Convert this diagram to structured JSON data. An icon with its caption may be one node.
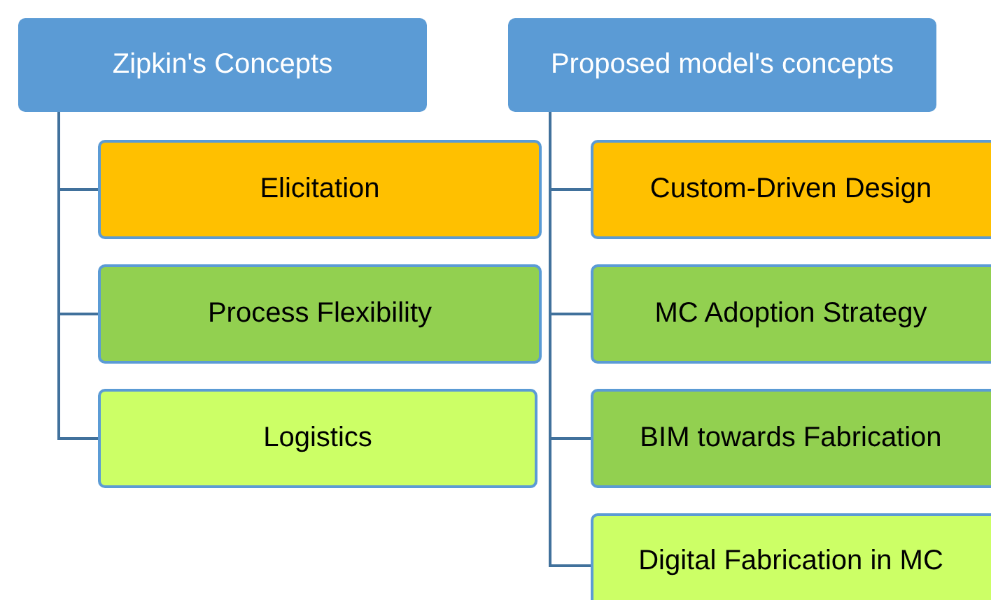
{
  "diagram": {
    "nodes": [
      {
        "text": [
          "Zipkin's Concepts"
        ]
      },
      {
        "text": [
          "Elicitation"
        ]
      },
      {
        "text": [
          "Process Flexibility"
        ]
      },
      {
        "text": [
          "Logistics"
        ]
      },
      {
        "text": [
          "Proposed model's concepts"
        ]
      },
      {
        "text": [
          "Custom-Driven Design"
        ]
      },
      {
        "text": [
          "MC Adoption Strategy"
        ]
      },
      {
        "text": [
          "BIM towards Fabrication"
        ]
      },
      {
        "text": [
          "Digital Fabrication in MC"
        ]
      }
    ],
    "edges": [
      {
        "from": 0,
        "to": 1,
        "arrow": "none"
      },
      {
        "from": 0,
        "to": 2,
        "arrow": "none"
      },
      {
        "from": 0,
        "to": 3,
        "arrow": "none"
      },
      {
        "from": 4,
        "to": 5,
        "arrow": "none"
      },
      {
        "from": 4,
        "to": 6,
        "arrow": "none"
      },
      {
        "from": 4,
        "to": 7,
        "arrow": "none"
      },
      {
        "from": 4,
        "to": 8,
        "arrow": "none"
      }
    ]
  }
}
